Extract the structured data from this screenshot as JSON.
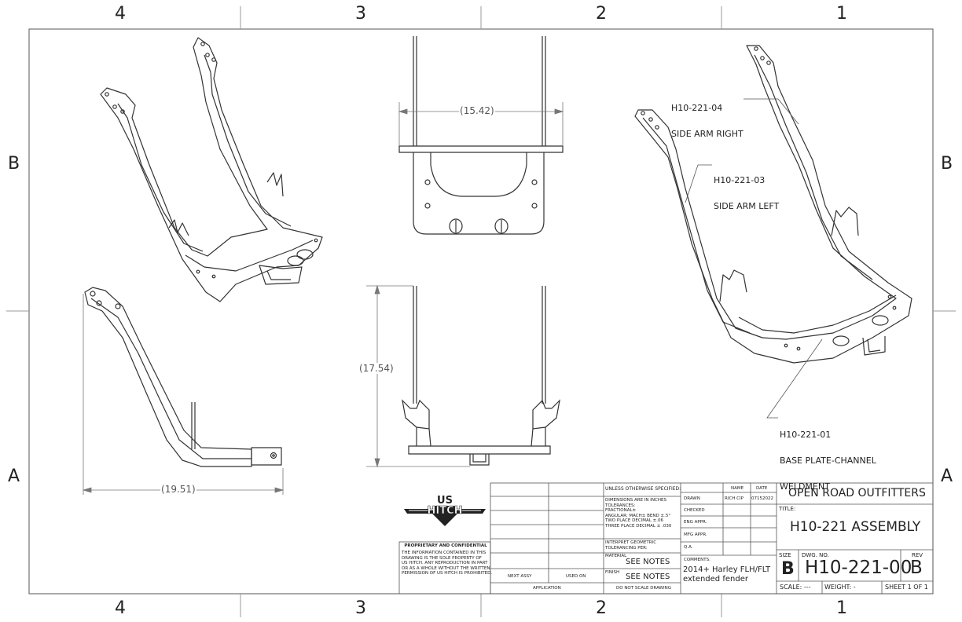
{
  "zones": {
    "columns": [
      "4",
      "3",
      "2",
      "1"
    ],
    "rows": [
      "B",
      "A"
    ]
  },
  "callouts": {
    "part_04": {
      "number": "H10-221-04",
      "name": "SIDE ARM RIGHT"
    },
    "part_03": {
      "number": "H10-221-03",
      "name": "SIDE ARM LEFT"
    },
    "part_01": {
      "number": "H10-221-01",
      "name": "BASE PLATE-CHANNEL",
      "name2": "WELDMENT"
    }
  },
  "dimensions": {
    "width_top": "15.42",
    "height_front": "17.54",
    "length_side": "19.51"
  },
  "title_block": {
    "company": "OPEN ROAD OUTFITTERS",
    "title_label": "TITLE:",
    "title": "H10-221 ASSEMBLY",
    "size_label": "SIZE",
    "size": "B",
    "dwg_no_label": "DWG.  NO.",
    "dwg_no": "H10-221-00",
    "rev_label": "REV",
    "rev": "B",
    "scale": "SCALE: ---",
    "weight": "WEIGHT: -",
    "sheet": "SHEET 1 OF 1",
    "name_header": "NAME",
    "date_header": "DATE",
    "drawn_label": "DRAWN",
    "drawn_name": "RICH CIP",
    "drawn_date": "07152022",
    "checked_label": "CHECKED",
    "eng_appr_label": "ENG APPR.",
    "mfg_appr_label": "MFG APPR.",
    "qa_label": "Q.A.",
    "comments_label": "COMMENTS:",
    "comments_line1": "2014+ Harley FLH/FLT",
    "comments_line2": "extended fender",
    "unless_specified": "UNLESS OTHERWISE SPECIFIED:",
    "dim_units": "DIMENSIONS ARE IN INCHES",
    "tolerances": "TOLERANCES:",
    "fractional": "FRACTIONAL±",
    "angular": "ANGULAR: MACH±    BEND ±.5°",
    "two_place": "TWO PLACE DECIMAL    ±.06",
    "three_place": "THREE PLACE DECIMAL  ± .030",
    "interpret": "INTERPRET GEOMETRIC",
    "tolerancing": "TOLERANCING PER:",
    "material_label": "MATERIAL",
    "material": "SEE NOTES",
    "finish_label": "FINISH",
    "finish": "SEE NOTES",
    "next_assy": "NEXT ASSY",
    "used_on": "USED ON",
    "application": "APPLICATION",
    "do_not_scale": "DO NOT SCALE DRAWING",
    "proprietary_title": "PROPRIETARY AND CONFIDENTIAL",
    "proprietary_1": "THE INFORMATION CONTAINED IN THIS",
    "proprietary_2": "DRAWING IS THE SOLE PROPERTY OF",
    "proprietary_3": "US HITCH. ANY REPRODUCTION IN PART",
    "proprietary_4": "OR AS A WHOLE WITHOUT THE WRITTEN",
    "proprietary_5": "PERMISSION OF US HITCH IS PROHIBITED."
  },
  "logo": {
    "line1": "US",
    "line2": "HITCH"
  },
  "colors": {
    "line": "#333333",
    "dim": "#777777",
    "background": "#ffffff"
  }
}
